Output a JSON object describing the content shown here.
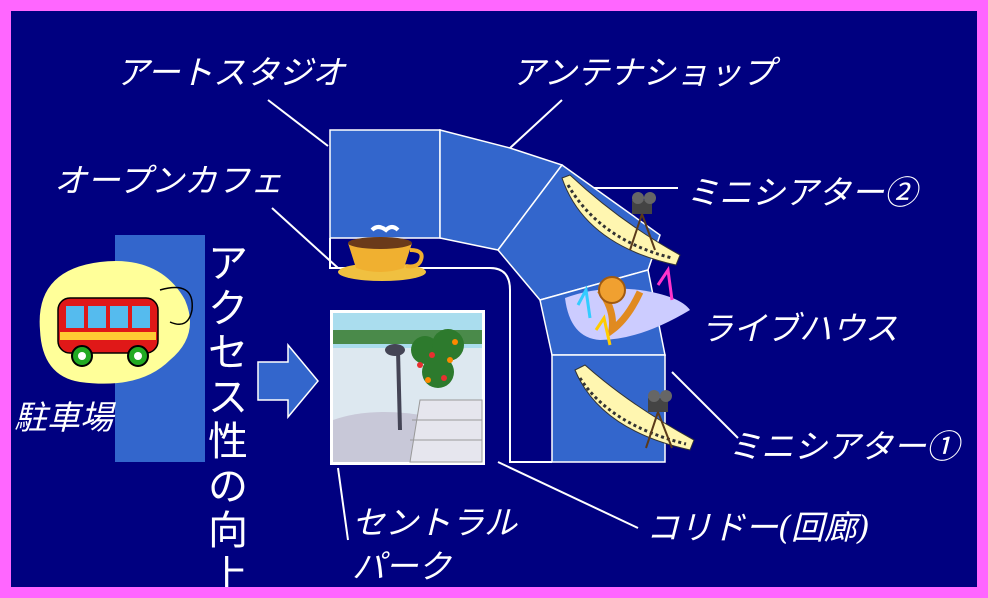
{
  "labels": {
    "art_studio": "アートスタジオ",
    "antenna_shop": "アンテナショップ",
    "open_cafe": "オープンカフェ",
    "mini_theater_2": "ミニシアター②",
    "live_house": "ライブハウス",
    "mini_theater_1": "ミニシアター①",
    "parking": "駐車場",
    "central_park_line1": "セントラル",
    "central_park_line2": "パーク",
    "corridor": "コリドー(回廊)"
  },
  "access": [
    "ア",
    "ク",
    "セ",
    "ス",
    "性",
    "の",
    "向",
    "上"
  ],
  "colors": {
    "background": "#000080",
    "border": "#ff66ff",
    "room_fill": "#3366cc",
    "text": "#ffffff",
    "arrow": "#3366cc",
    "blob": "#ffff99"
  },
  "icons": [
    "bus-icon",
    "coffee-cup-icon",
    "park-image",
    "film-camera-icon",
    "saxophone-icon",
    "music-note-icon"
  ]
}
